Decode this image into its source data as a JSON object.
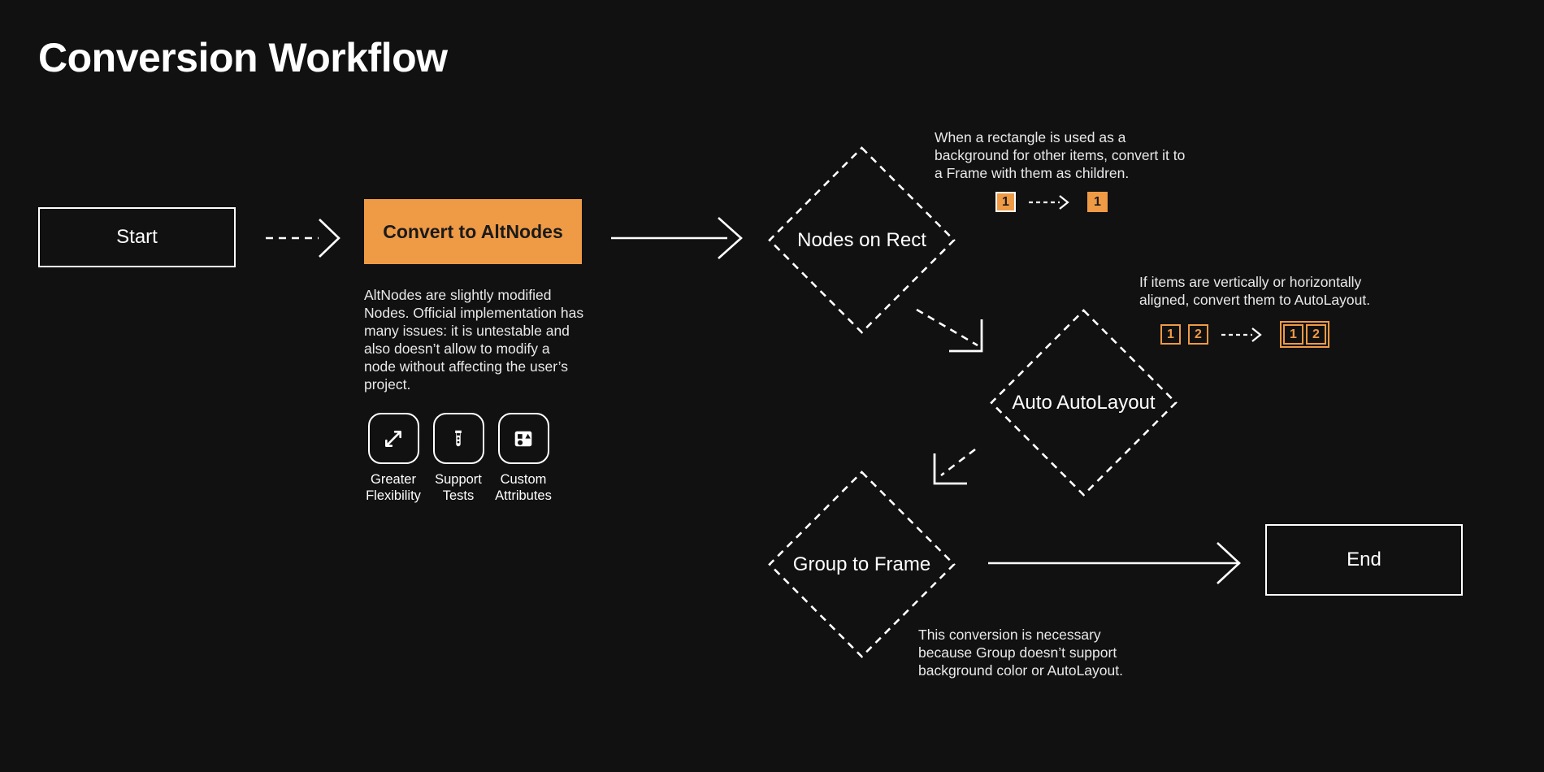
{
  "title": "Conversion Workflow",
  "theme": {
    "background": "#111111",
    "accent_orange": "#EF9A45",
    "stroke_white": "#FFFFFF",
    "text_muted": "#E9E9E9"
  },
  "nodes": {
    "start": {
      "label": "Start",
      "shape": "rectangle"
    },
    "convert": {
      "label": "Convert to AltNodes",
      "shape": "rectangle-filled"
    },
    "nodes_on_rect": {
      "label": "Nodes on Rect",
      "shape": "diamond"
    },
    "auto_autolayout": {
      "label": "Auto AutoLayout",
      "shape": "diamond"
    },
    "group_to_frame": {
      "label": "Group to Frame",
      "shape": "diamond"
    },
    "end": {
      "label": "End",
      "shape": "rectangle"
    }
  },
  "descriptions": {
    "altnodes": "AltNodes are slightly modified Nodes. Official implementation has many issues: it is untestable and also doesn’t allow to modify a node without affecting the user’s project.",
    "nodes_on_rect": "When a rectangle is used as a background for other items, convert it to a Frame with them as children.",
    "auto_autolayout": "If items are vertically or horizontally aligned, convert them to AutoLayout.",
    "group_to_frame": "This conversion is necessary because Group doesn’t support background color or AutoLayout."
  },
  "features": [
    {
      "icon": "expand-arrows-icon",
      "label_line1": "Greater",
      "label_line2": "Flexibility"
    },
    {
      "icon": "test-tube-icon",
      "label_line1": "Support",
      "label_line2": "Tests"
    },
    {
      "icon": "shapes-attributes-icon",
      "label_line1": "Custom",
      "label_line2": "Attributes"
    }
  ],
  "badges": {
    "nodes_on_rect": {
      "before": [
        {
          "value": "1",
          "style": "orange-fill-white"
        }
      ],
      "after": [
        {
          "value": "1",
          "style": "orange-fill-plain"
        }
      ],
      "grouped_after": false
    },
    "auto_autolayout": {
      "before": [
        {
          "value": "1",
          "style": "outline"
        },
        {
          "value": "2",
          "style": "outline"
        }
      ],
      "after": [
        {
          "value": "1",
          "style": "outline"
        },
        {
          "value": "2",
          "style": "outline"
        }
      ],
      "grouped_after": true
    }
  },
  "connectors": [
    {
      "from": "start",
      "to": "convert",
      "style": "dashed",
      "head": "chevron"
    },
    {
      "from": "convert",
      "to": "nodes_on_rect",
      "style": "solid",
      "head": "chevron"
    },
    {
      "from": "nodes_on_rect",
      "to": "auto_autolayout",
      "style": "dashed",
      "head": "elbow"
    },
    {
      "from": "auto_autolayout",
      "to": "group_to_frame",
      "style": "dashed",
      "head": "elbow"
    },
    {
      "from": "group_to_frame",
      "to": "end",
      "style": "solid",
      "head": "chevron"
    }
  ]
}
